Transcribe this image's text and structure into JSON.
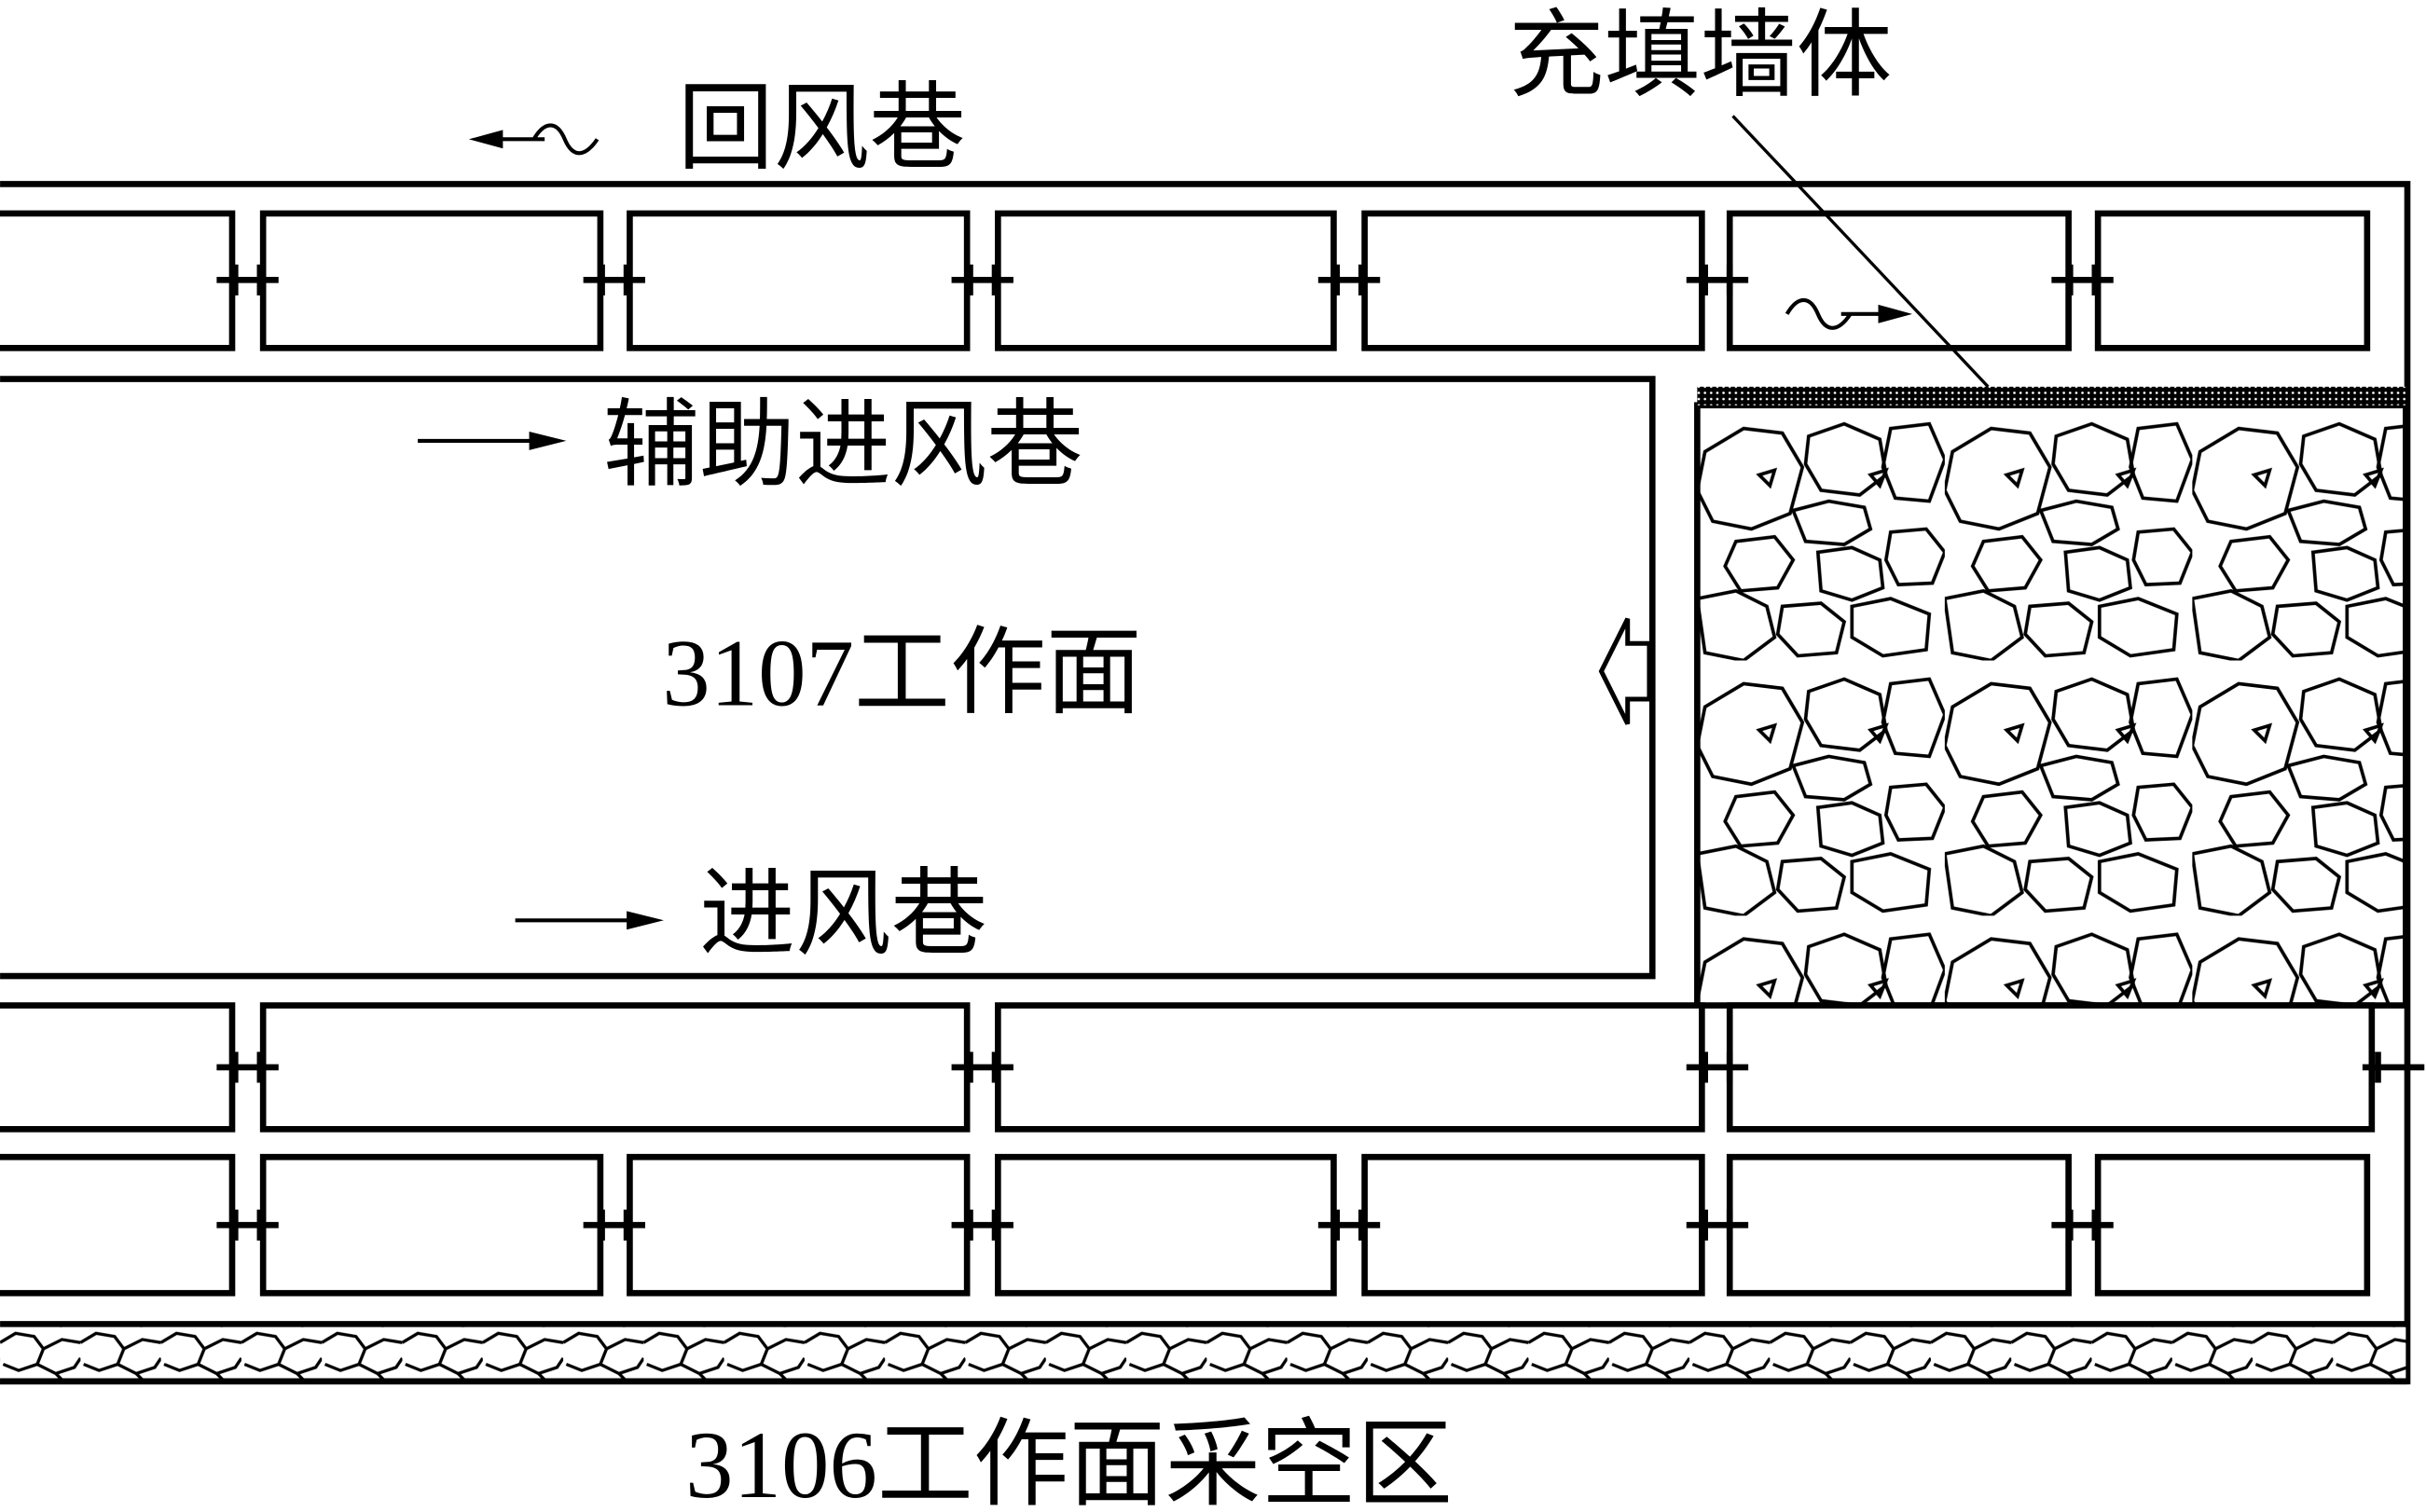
{
  "labels": {
    "fill_wall": "充填墙体",
    "return_airway": "回风巷",
    "aux_intake_airway": "辅助进风巷",
    "working_face": "3107工作面",
    "intake_airway": "进风巷",
    "goaf": "3106工作面采空区"
  },
  "colors": {
    "line": "#000000",
    "background": "#ffffff"
  }
}
